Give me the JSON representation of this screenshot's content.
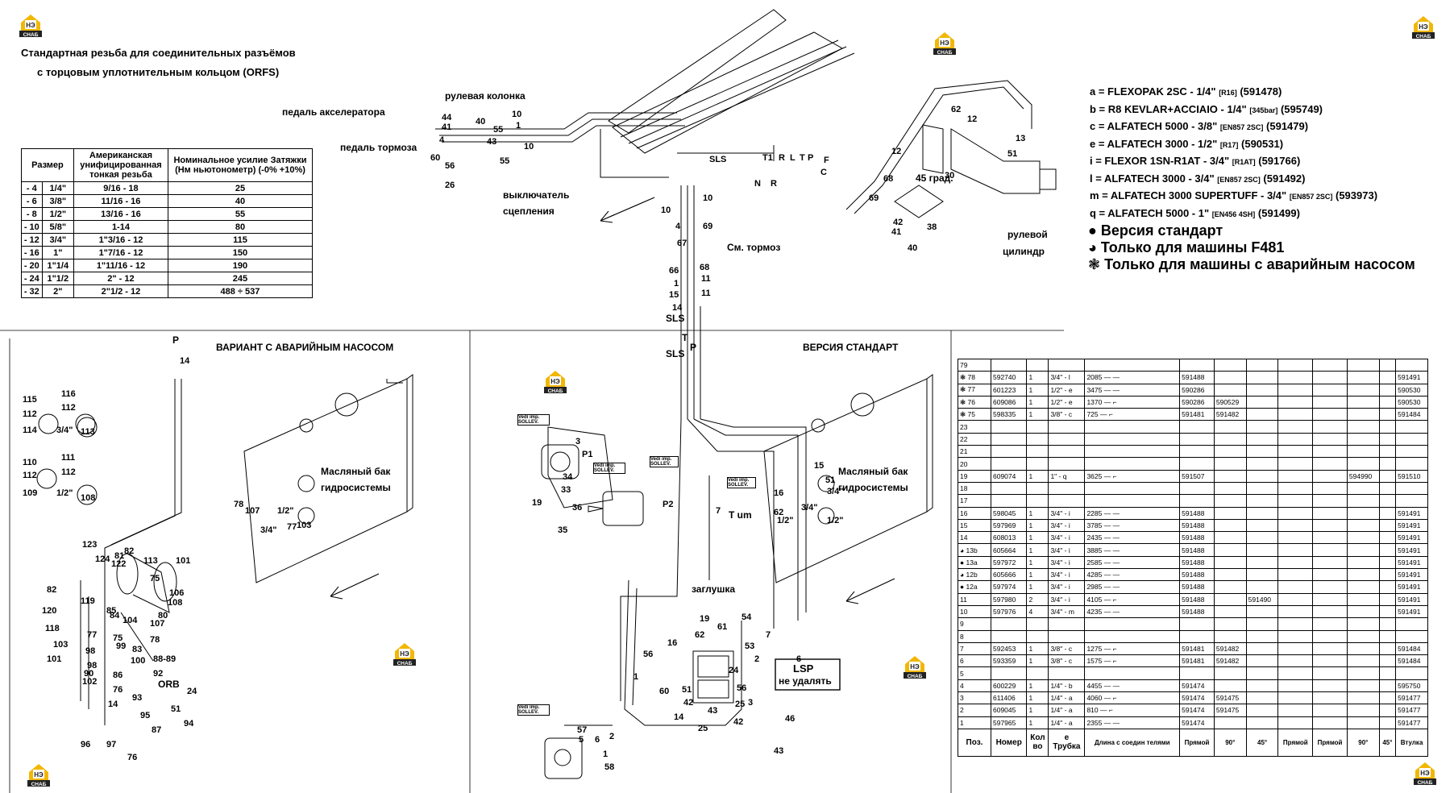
{
  "logo_text": "СНАБ",
  "header": {
    "title_line1": "Стандартная резьба для соединительных разъёмов",
    "title_line2": "с торцовым уплотнительным кольцом (ORFS)"
  },
  "thread_table": {
    "headers": [
      "Размер",
      "Американская унифицированная тонкая резьба",
      "Номинальное усилие Затяжки (Нм ньютонометр) (-0% +10%)"
    ],
    "rows": [
      [
        "- 4",
        "1/4\"",
        "9/16 - 18",
        "25"
      ],
      [
        "- 6",
        "3/8\"",
        "11/16 - 16",
        "40"
      ],
      [
        "- 8",
        "1/2\"",
        "13/16 - 16",
        "55"
      ],
      [
        "- 10",
        "5/8\"",
        "1-14",
        "80"
      ],
      [
        "- 12",
        "3/4\"",
        "1\"3/16 - 12",
        "115"
      ],
      [
        "- 16",
        "1\"",
        "1\"7/16 - 12",
        "150"
      ],
      [
        "- 20",
        "1\"1/4",
        "1\"11/16 - 12",
        "190"
      ],
      [
        "- 24",
        "1\"1/2",
        "2\" - 12",
        "245"
      ],
      [
        "- 32",
        "2\"",
        "2\"1/2 - 12",
        "488 ÷ 537"
      ]
    ]
  },
  "hose_legend": [
    {
      "text": "a = FLEXOPAK 2SC - 1/4\"",
      "small": "[R16]",
      "code": "(591478)"
    },
    {
      "text": "b = R8 KEVLAR+ACCIAIO - 1/4\"",
      "small": "[345bar]",
      "code": "(595749)"
    },
    {
      "text": "c = ALFATECH 5000 - 3/8\"",
      "small": "[EN857 2SC]",
      "code": "(591479)"
    },
    {
      "text": "e = ALFATECH 3000 - 1/2\"",
      "small": "[R17]",
      "code": "(590531)"
    },
    {
      "text": "i = FLEXOR 1SN-R1AT - 3/4\"",
      "small": "[R1AT]",
      "code": "(591766)"
    },
    {
      "text": "l = ALFATECH 3000 - 3/4\"",
      "small": "[EN857 2SC]",
      "code": "(591492)"
    },
    {
      "text": "m = ALFATECH 3000 SUPERTUFF - 3/4\"",
      "small": "[EN857 2SC]",
      "code": "(593973)"
    },
    {
      "text": "q = ALFATECH 5000 - 1\"",
      "small": "[EN456 4SH]",
      "code": "(591499)"
    }
  ],
  "versions": [
    {
      "symbol": "●",
      "text": "Версия стандарт"
    },
    {
      "symbol": "◕",
      "text": "Только для машины F481"
    },
    {
      "symbol": "❃",
      "text": "Только для машины с аварийным насосом"
    }
  ],
  "labels": {
    "steering_column": "рулевая колонка",
    "accel_pedal": "педаль акселератора",
    "brake_pedal": "педаль тормоза",
    "clutch_switch_1": "выключатель",
    "clutch_switch_2": "сцепления",
    "see_brake": "См. тормоз",
    "steering_cyl_1": "рулевой",
    "steering_cyl_2": "цилиндр",
    "deg45": "45 град.",
    "variant_emergency": "ВАРИАНТ С АВАРИЙНЫМ НАСОСОМ",
    "version_standard": "ВЕРСИЯ СТАНДАРТ",
    "oil_tank_1": "Масляный бак",
    "oil_tank_2": "гидросистемы",
    "plug": "заглушка",
    "lsp_1": "LSP",
    "lsp_2": "не удалять",
    "vedi": "Vedi imp. SOLLEV.",
    "sls": "SLS",
    "p": "P",
    "t": "T",
    "orb": "ORB",
    "tum": "T um"
  },
  "parts_table": {
    "headers": [
      "Поз.",
      "Номер",
      "Кол во",
      "е Трубка",
      "Длина с соедин телями",
      "Прямой",
      "90°",
      "45°",
      "Прямой",
      "Прямой",
      "90°",
      "45°",
      "Втулка"
    ],
    "rows": [
      {
        "sym": "",
        "pos": "79",
        "num": "",
        "qty": "",
        "tube": "",
        "len": "",
        "c1": "",
        "c2": "",
        "c3": "",
        "c4": "",
        "c5": "",
        "c6": "",
        "c7": "",
        "c8": ""
      },
      {
        "sym": "❃",
        "pos": "78",
        "num": "592740",
        "qty": "1",
        "tube": "3/4\" - l",
        "len": "2085  — —",
        "c1": "591488",
        "c2": "",
        "c3": "",
        "c4": "",
        "c5": "",
        "c6": "",
        "c7": "",
        "c8": "591491"
      },
      {
        "sym": "❃",
        "pos": "77",
        "num": "601223",
        "qty": "1",
        "tube": "1/2\" - e",
        "len": "3475  — —",
        "c1": "590286",
        "c2": "",
        "c3": "",
        "c4": "",
        "c5": "",
        "c6": "",
        "c7": "",
        "c8": "590530"
      },
      {
        "sym": "❃",
        "pos": "76",
        "num": "609086",
        "qty": "1",
        "tube": "1/2\" - e",
        "len": "1370  — ⌐",
        "c1": "590286",
        "c2": "590529",
        "c3": "",
        "c4": "",
        "c5": "",
        "c6": "",
        "c7": "",
        "c8": "590530"
      },
      {
        "sym": "❃",
        "pos": "75",
        "num": "598335",
        "qty": "1",
        "tube": "3/8\" - c",
        "len": "725  — ⌐",
        "c1": "591481",
        "c2": "591482",
        "c3": "",
        "c4": "",
        "c5": "",
        "c6": "",
        "c7": "",
        "c8": "591484"
      },
      {
        "sym": "",
        "pos": "23",
        "num": "",
        "qty": "",
        "tube": "",
        "len": "",
        "c1": "",
        "c2": "",
        "c3": "",
        "c4": "",
        "c5": "",
        "c6": "",
        "c7": "",
        "c8": ""
      },
      {
        "sym": "",
        "pos": "22",
        "num": "",
        "qty": "",
        "tube": "",
        "len": "",
        "c1": "",
        "c2": "",
        "c3": "",
        "c4": "",
        "c5": "",
        "c6": "",
        "c7": "",
        "c8": ""
      },
      {
        "sym": "",
        "pos": "21",
        "num": "",
        "qty": "",
        "tube": "",
        "len": "",
        "c1": "",
        "c2": "",
        "c3": "",
        "c4": "",
        "c5": "",
        "c6": "",
        "c7": "",
        "c8": ""
      },
      {
        "sym": "",
        "pos": "20",
        "num": "",
        "qty": "",
        "tube": "",
        "len": "",
        "c1": "",
        "c2": "",
        "c3": "",
        "c4": "",
        "c5": "",
        "c6": "",
        "c7": "",
        "c8": ""
      },
      {
        "sym": "",
        "pos": "19",
        "num": "609074",
        "qty": "1",
        "tube": "1\" - q",
        "len": "3625  — ⌐",
        "c1": "591507",
        "c2": "",
        "c3": "",
        "c4": "",
        "c5": "",
        "c6": "594990",
        "c7": "",
        "c8": "591510"
      },
      {
        "sym": "",
        "pos": "18",
        "num": "",
        "qty": "",
        "tube": "",
        "len": "",
        "c1": "",
        "c2": "",
        "c3": "",
        "c4": "",
        "c5": "",
        "c6": "",
        "c7": "",
        "c8": ""
      },
      {
        "sym": "",
        "pos": "17",
        "num": "",
        "qty": "",
        "tube": "",
        "len": "",
        "c1": "",
        "c2": "",
        "c3": "",
        "c4": "",
        "c5": "",
        "c6": "",
        "c7": "",
        "c8": ""
      },
      {
        "sym": "",
        "pos": "16",
        "num": "598045",
        "qty": "1",
        "tube": "3/4\" - i",
        "len": "2285  — —",
        "c1": "591488",
        "c2": "",
        "c3": "",
        "c4": "",
        "c5": "",
        "c6": "",
        "c7": "",
        "c8": "591491"
      },
      {
        "sym": "",
        "pos": "15",
        "num": "597969",
        "qty": "1",
        "tube": "3/4\" - i",
        "len": "3785  — —",
        "c1": "591488",
        "c2": "",
        "c3": "",
        "c4": "",
        "c5": "",
        "c6": "",
        "c7": "",
        "c8": "591491"
      },
      {
        "sym": "",
        "pos": "14",
        "num": "608013",
        "qty": "1",
        "tube": "3/4\" - i",
        "len": "2435  — —",
        "c1": "591488",
        "c2": "",
        "c3": "",
        "c4": "",
        "c5": "",
        "c6": "",
        "c7": "",
        "c8": "591491"
      },
      {
        "sym": "◕",
        "pos": "13b",
        "num": "605664",
        "qty": "1",
        "tube": "3/4\" - i",
        "len": "3885  — —",
        "c1": "591488",
        "c2": "",
        "c3": "",
        "c4": "",
        "c5": "",
        "c6": "",
        "c7": "",
        "c8": "591491"
      },
      {
        "sym": "●",
        "pos": "13a",
        "num": "597972",
        "qty": "1",
        "tube": "3/4\" - i",
        "len": "2585  — —",
        "c1": "591488",
        "c2": "",
        "c3": "",
        "c4": "",
        "c5": "",
        "c6": "",
        "c7": "",
        "c8": "591491"
      },
      {
        "sym": "◕",
        "pos": "12b",
        "num": "605666",
        "qty": "1",
        "tube": "3/4\" - i",
        "len": "4285  — —",
        "c1": "591488",
        "c2": "",
        "c3": "",
        "c4": "",
        "c5": "",
        "c6": "",
        "c7": "",
        "c8": "591491"
      },
      {
        "sym": "●",
        "pos": "12a",
        "num": "597974",
        "qty": "1",
        "tube": "3/4\" - i",
        "len": "2985  — —",
        "c1": "591488",
        "c2": "",
        "c3": "",
        "c4": "",
        "c5": "",
        "c6": "",
        "c7": "",
        "c8": "591491"
      },
      {
        "sym": "",
        "pos": "11",
        "num": "597980",
        "qty": "2",
        "tube": "3/4\" - i",
        "len": "4105  — ⌐",
        "c1": "591488",
        "c2": "",
        "c3": "591490",
        "c4": "",
        "c5": "",
        "c6": "",
        "c7": "",
        "c8": "591491"
      },
      {
        "sym": "",
        "pos": "10",
        "num": "597976",
        "qty": "4",
        "tube": "3/4\" - m",
        "len": "4235  — —",
        "c1": "591488",
        "c2": "",
        "c3": "",
        "c4": "",
        "c5": "",
        "c6": "",
        "c7": "",
        "c8": "591491"
      },
      {
        "sym": "",
        "pos": "9",
        "num": "",
        "qty": "",
        "tube": "",
        "len": "",
        "c1": "",
        "c2": "",
        "c3": "",
        "c4": "",
        "c5": "",
        "c6": "",
        "c7": "",
        "c8": ""
      },
      {
        "sym": "",
        "pos": "8",
        "num": "",
        "qty": "",
        "tube": "",
        "len": "",
        "c1": "",
        "c2": "",
        "c3": "",
        "c4": "",
        "c5": "",
        "c6": "",
        "c7": "",
        "c8": ""
      },
      {
        "sym": "",
        "pos": "7",
        "num": "592453",
        "qty": "1",
        "tube": "3/8\" - c",
        "len": "1275  — ⌐",
        "c1": "591481",
        "c2": "591482",
        "c3": "",
        "c4": "",
        "c5": "",
        "c6": "",
        "c7": "",
        "c8": "591484"
      },
      {
        "sym": "",
        "pos": "6",
        "num": "593359",
        "qty": "1",
        "tube": "3/8\" - c",
        "len": "1575  — ⌐",
        "c1": "591481",
        "c2": "591482",
        "c3": "",
        "c4": "",
        "c5": "",
        "c6": "",
        "c7": "",
        "c8": "591484"
      },
      {
        "sym": "",
        "pos": "5",
        "num": "",
        "qty": "",
        "tube": "",
        "len": "",
        "c1": "",
        "c2": "",
        "c3": "",
        "c4": "",
        "c5": "",
        "c6": "",
        "c7": "",
        "c8": ""
      },
      {
        "sym": "",
        "pos": "4",
        "num": "600229",
        "qty": "1",
        "tube": "1/4\" - b",
        "len": "4455  — —",
        "c1": "591474",
        "c2": "",
        "c3": "",
        "c4": "",
        "c5": "",
        "c6": "",
        "c7": "",
        "c8": "595750"
      },
      {
        "sym": "",
        "pos": "3",
        "num": "611406",
        "qty": "1",
        "tube": "1/4\" - a",
        "len": "4060  — ⌐",
        "c1": "591474",
        "c2": "591475",
        "c3": "",
        "c4": "",
        "c5": "",
        "c6": "",
        "c7": "",
        "c8": "591477"
      },
      {
        "sym": "",
        "pos": "2",
        "num": "609045",
        "qty": "1",
        "tube": "1/4\" - a",
        "len": "810  — ⌐",
        "c1": "591474",
        "c2": "591475",
        "c3": "",
        "c4": "",
        "c5": "",
        "c6": "",
        "c7": "",
        "c8": "591477"
      },
      {
        "sym": "",
        "pos": "1",
        "num": "597965",
        "qty": "1",
        "tube": "1/4\" - a",
        "len": "2355  — —",
        "c1": "591474",
        "c2": "",
        "c3": "",
        "c4": "",
        "c5": "",
        "c6": "",
        "c7": "",
        "c8": "591477"
      }
    ]
  }
}
